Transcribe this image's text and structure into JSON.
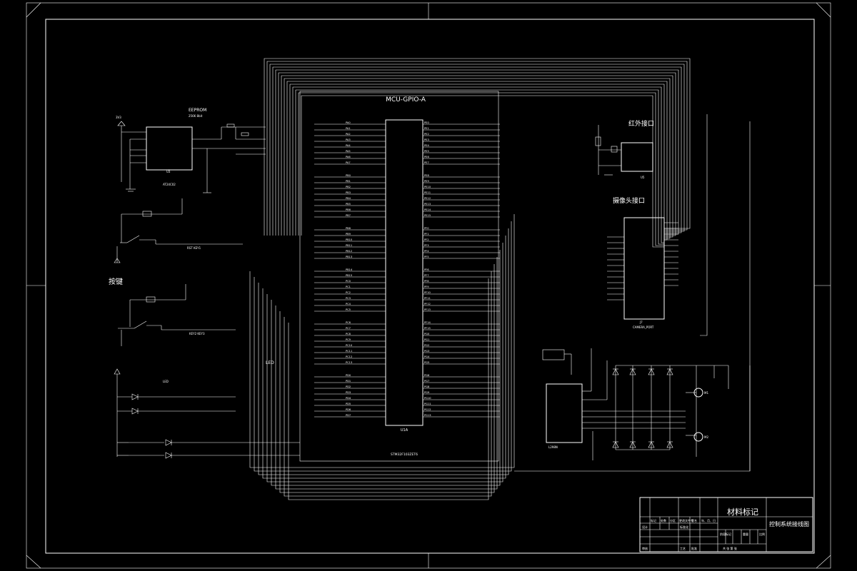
{
  "mcu": {
    "title": "MCU-GPIO-A",
    "ref": "U1A",
    "part": "STM32F103ZET6",
    "left_pins": [
      "PA0",
      "PA1",
      "PA2",
      "PA3",
      "PA4",
      "PA5",
      "PA6",
      "PA7",
      "PB0",
      "PB1",
      "PB2",
      "PB3",
      "PB4",
      "PB5",
      "PB6",
      "PB7",
      "PB8",
      "PB9",
      "PB10",
      "PB11",
      "PB12",
      "PB13",
      "PB14",
      "PB15",
      "PC0",
      "PC1",
      "PC2",
      "PC3",
      "PC4",
      "PC5",
      "PC6",
      "PC7",
      "PC8",
      "PC9",
      "PC10",
      "PC11",
      "PC12",
      "PC13",
      "PD0",
      "PD1",
      "PD2",
      "PD3",
      "PD4",
      "PD5",
      "PD6",
      "PD7"
    ],
    "right_pins": [
      "PE0",
      "PE1",
      "PE2",
      "PE3",
      "PE4",
      "PE5",
      "PE6",
      "PE7",
      "PE8",
      "PE9",
      "PE10",
      "PE11",
      "PE12",
      "PE13",
      "PE14",
      "PE15",
      "PF0",
      "PF1",
      "PF2",
      "PF3",
      "PF4",
      "PF5",
      "PF6",
      "PF7",
      "PF8",
      "PF9",
      "PF10",
      "PF11",
      "PF12",
      "PF13",
      "PF14",
      "PF15",
      "PG0",
      "PG1",
      "PG2",
      "PG3",
      "PG4",
      "PG5",
      "PG6",
      "PG7",
      "PG8",
      "PG9",
      "PG10",
      "PG11",
      "PG12",
      "PG13"
    ]
  },
  "blocks": {
    "eeprom_title": "EEPROM",
    "eeprom_sub": "256K 8bit",
    "eeprom_ref": "U3",
    "eeprom_part": "AT24C02",
    "ir_title": "红外接口",
    "ir_ref": "U5",
    "camera_title": "摄像头接口",
    "camera_ref": "J7",
    "camera_part": "CAMERA_PORT",
    "keys_title": "按键",
    "led_title": "LED",
    "led_ref": "LED",
    "motor_ref": "L298N",
    "motor1": "M1",
    "motor2": "M2",
    "rst_net": "RST KEY1",
    "key_net": "KEY2 KEY3",
    "vcc": "3V3",
    "gnd": "GND"
  },
  "title_block": {
    "material": "材料标记",
    "drawing_name": "控制系统接线图",
    "row1": [
      "标记",
      "处数",
      "分区",
      "更改文件号",
      "签名",
      "年、月、日"
    ],
    "row2": [
      "设计",
      "",
      "标准化"
    ],
    "row3": [
      "审核",
      "",
      "工艺",
      "批准"
    ],
    "stage": "阶段标记",
    "weight": "重量",
    "scale": "比例",
    "sheet": "共 张 第 张"
  }
}
